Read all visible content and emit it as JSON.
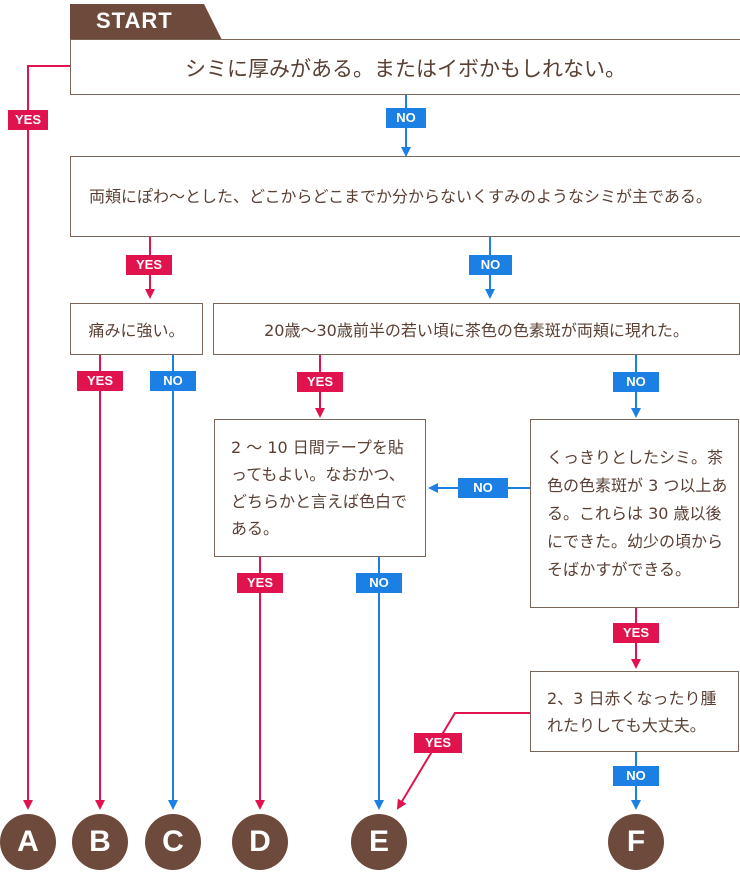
{
  "start": {
    "label": "START"
  },
  "questions": {
    "q1": "シミに厚みがある。またはイボかもしれない。",
    "q2": "両頬にぽわ〜とした、どこからどこまでか分からないくすみのようなシミが主である。",
    "q3": "痛みに強い。",
    "q4": "20歳〜30歳前半の若い頃に茶色の色素斑が両頬に現れた。",
    "q5": "2 〜 10 日間テープを貼ってもよい。なおかつ、どちらかと言えば色白である。",
    "q6": "くっきりとしたシミ。茶色の色素斑が 3 つ以上ある。これらは 30 歳以後にできた。幼少の頃からそばかすができる。",
    "q7": "2、3 日赤くなったり腫れたりしても大丈夫。"
  },
  "tags": {
    "yes": "YES",
    "no": "NO"
  },
  "results": [
    "A",
    "B",
    "C",
    "D",
    "E",
    "F"
  ],
  "colors": {
    "yes": "#e1134f",
    "no": "#1b7fe3",
    "box_border": "#7a6559",
    "text": "#5a4034",
    "result_circle": "#6d4a3c",
    "start_tab": "#6d4a3c"
  }
}
